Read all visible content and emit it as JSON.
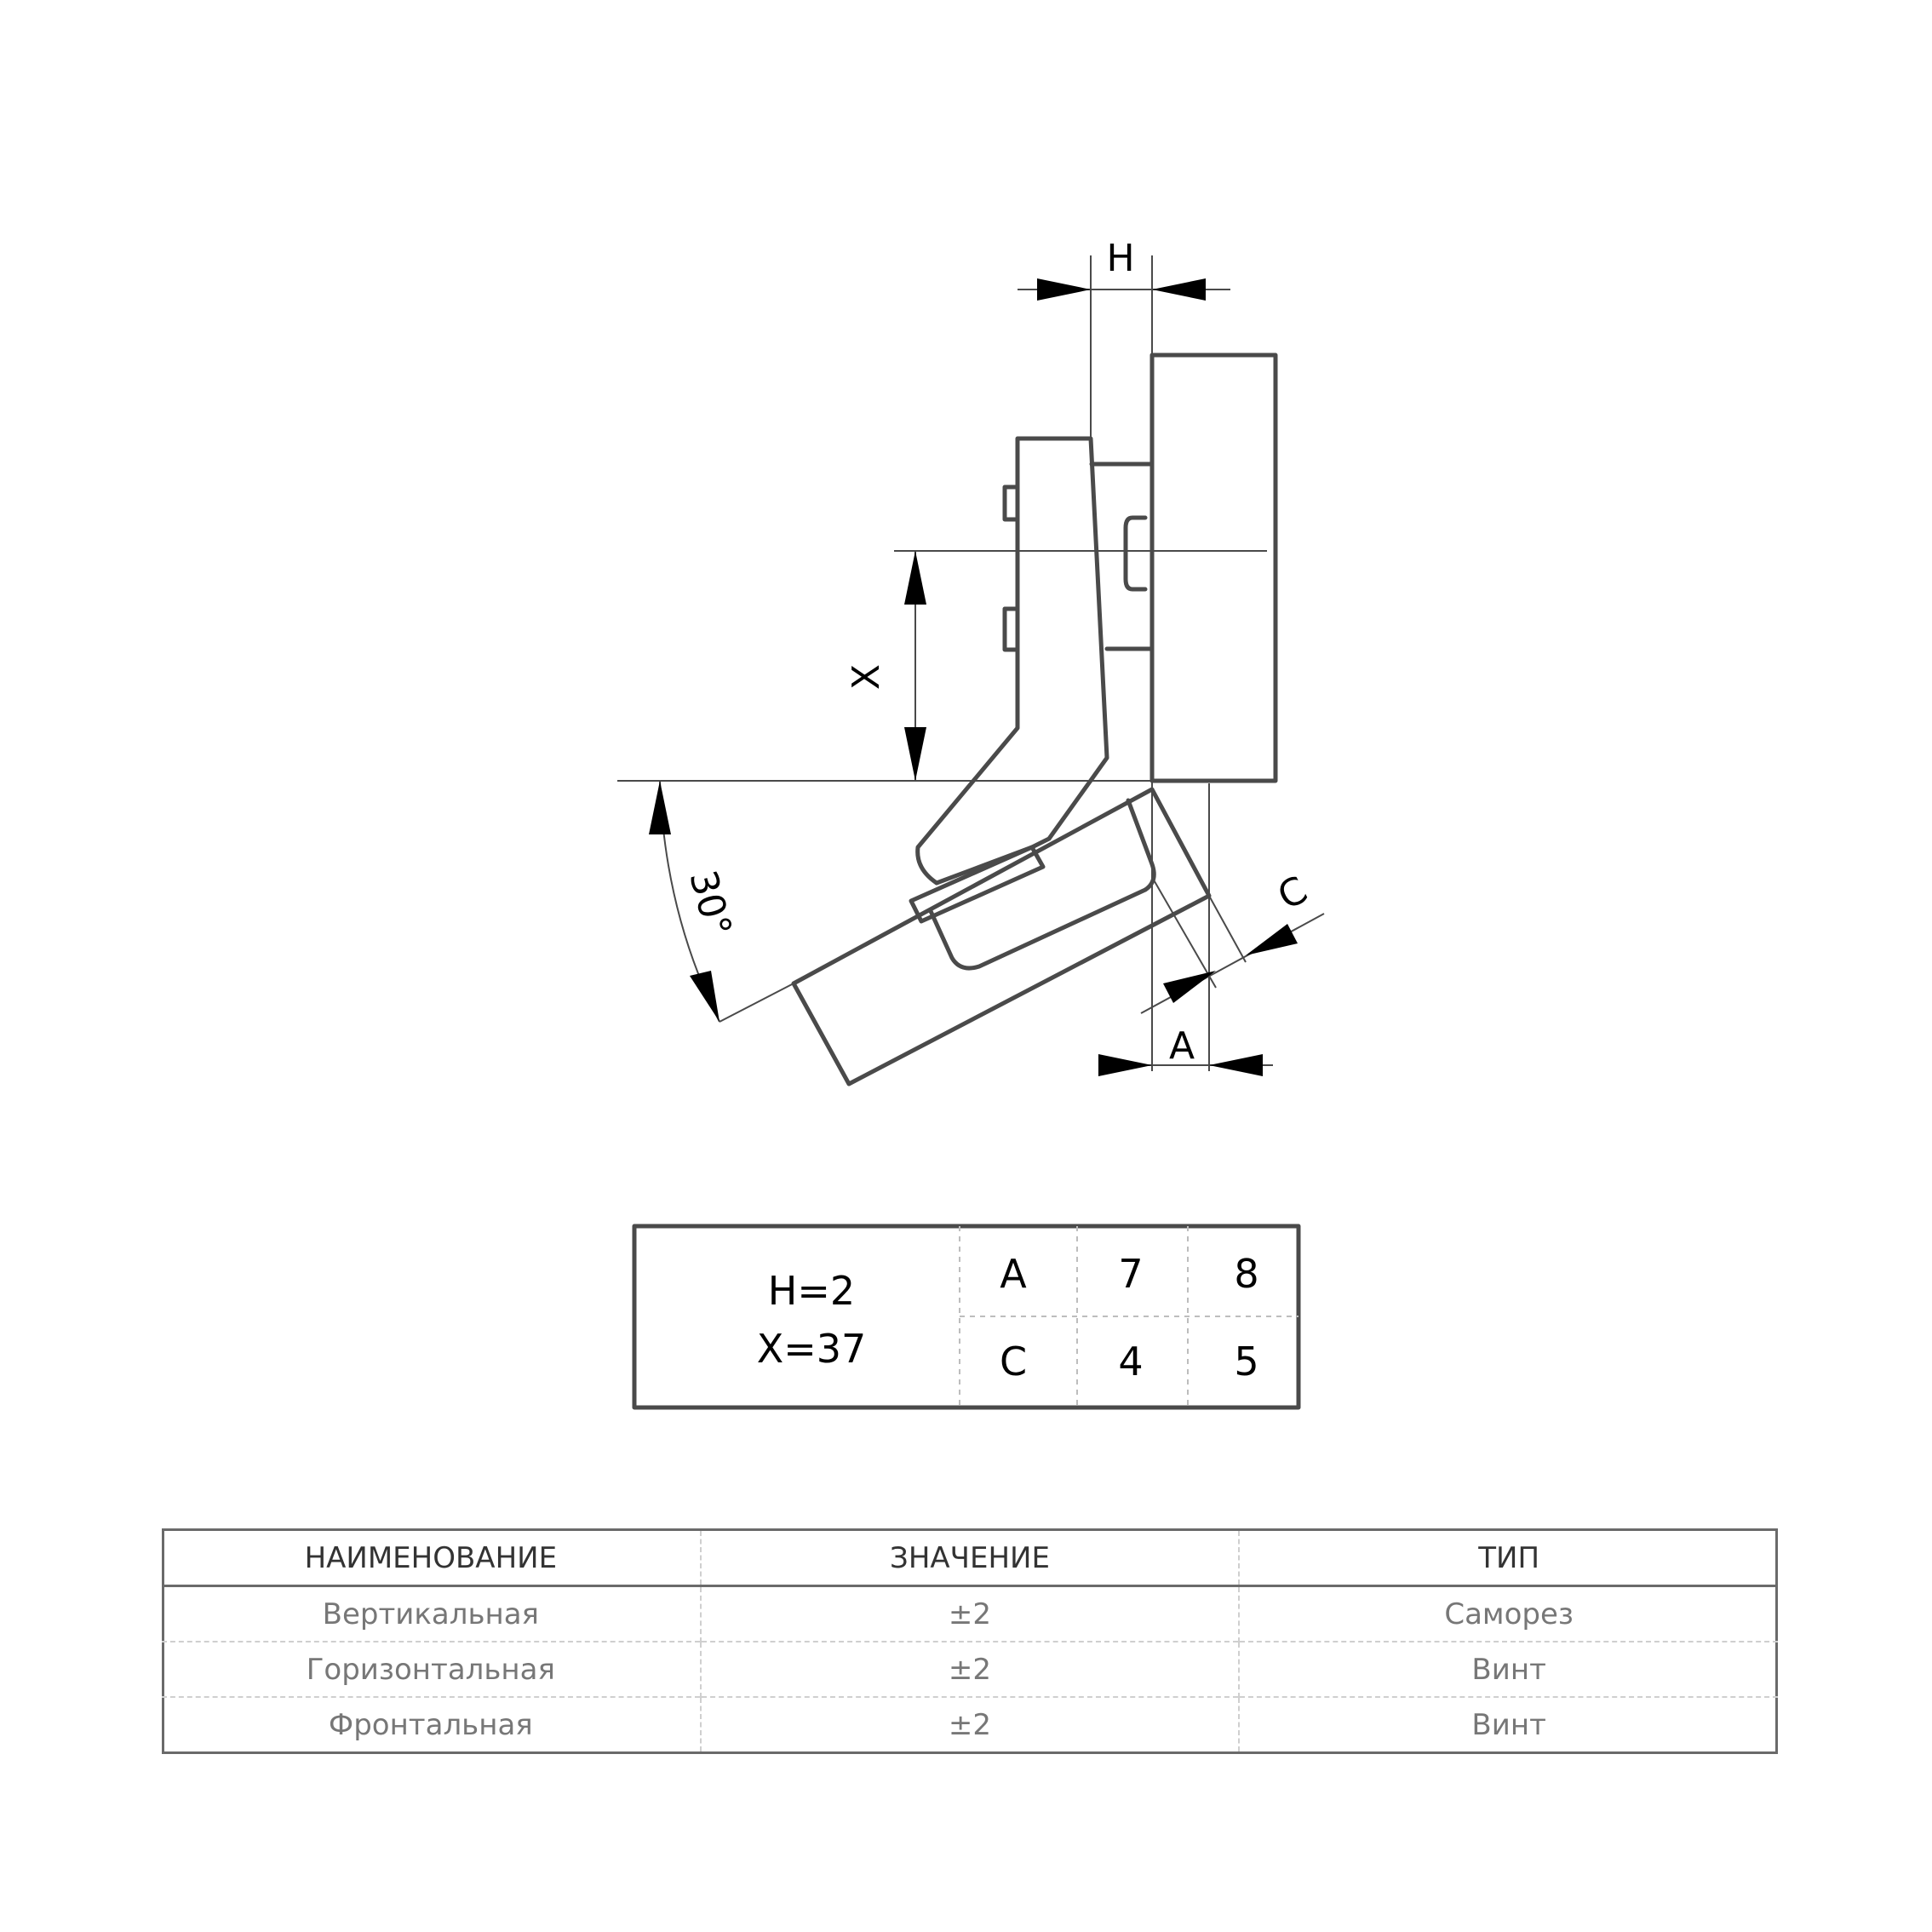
{
  "dimensions": {
    "h_label": "H",
    "x_label": "X",
    "a_label": "A",
    "c_label": "C",
    "angle_label": "30°"
  },
  "params_table": {
    "h_value": "H=2",
    "x_value": "X=37",
    "rows": [
      {
        "label": "A",
        "v1": "7",
        "v2": "8"
      },
      {
        "label": "C",
        "v1": "4",
        "v2": "5"
      }
    ]
  },
  "adjustment_table": {
    "headers": [
      "НАИМЕНОВАНИЕ",
      "ЗНАЧЕНИЕ",
      "ТИП"
    ],
    "rows": [
      {
        "name": "Вертикальная",
        "value": "±2",
        "type": "Саморез"
      },
      {
        "name": "Горизонтальная",
        "value": "±2",
        "type": "Винт"
      },
      {
        "name": "Фронтальная",
        "value": "±2",
        "type": "Винт"
      }
    ]
  }
}
